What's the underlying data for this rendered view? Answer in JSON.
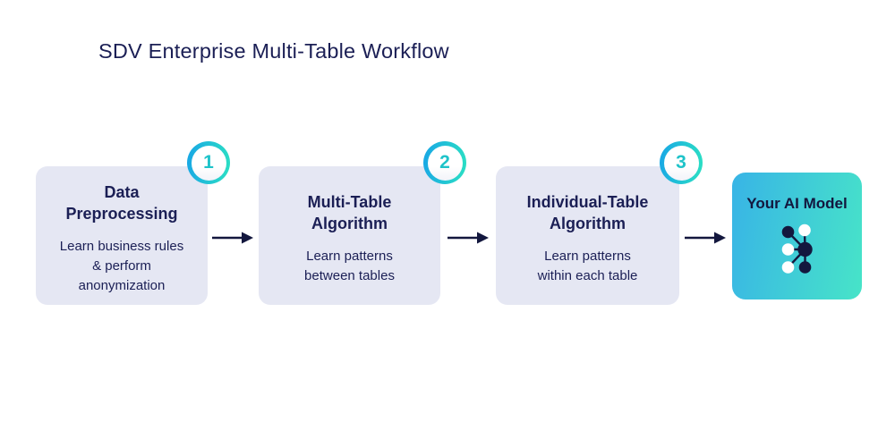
{
  "title": "SDV Enterprise Multi-Table Workflow",
  "steps": [
    {
      "number": "1",
      "title_lines": [
        "Data",
        "Preprocessing"
      ],
      "desc_lines": [
        "Learn business rules",
        "& perform",
        "anonymization"
      ]
    },
    {
      "number": "2",
      "title_lines": [
        "Multi-Table",
        "Algorithm"
      ],
      "desc_lines": [
        "Learn patterns",
        "between tables"
      ]
    },
    {
      "number": "3",
      "title_lines": [
        "Individual-Table",
        "Algorithm"
      ],
      "desc_lines": [
        "Learn patterns",
        "within each table"
      ]
    }
  ],
  "result": {
    "label": "Your AI Model",
    "icon": "network-graph-icon"
  },
  "colors": {
    "canvas_background": "#ffffff",
    "text_navy": "#1b1f55",
    "arrow_navy": "#13173e",
    "box_background": "#e5e7f3",
    "badge_number_teal": "#1ec3c9",
    "badge_ring_gradient_start": "#18a6e6",
    "badge_ring_gradient_end": "#2be0c3",
    "result_gradient_start": "#38b4e6",
    "result_gradient_end": "#47e4c8"
  }
}
